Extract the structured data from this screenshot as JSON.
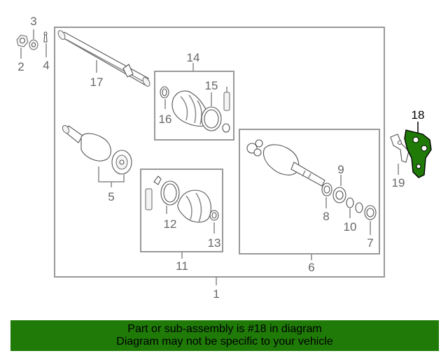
{
  "callouts": {
    "c1": "1",
    "c2": "2",
    "c3": "3",
    "c4": "4",
    "c5": "5",
    "c6": "6",
    "c7": "7",
    "c8": "8",
    "c9": "9",
    "c10": "10",
    "c11": "11",
    "c12": "12",
    "c13": "13",
    "c14": "14",
    "c15": "15",
    "c16": "16",
    "c17": "17",
    "c18": "18",
    "c19": "19"
  },
  "banner": {
    "line1": "Part or sub-assembly is #18 in diagram",
    "line2": "Diagram may not be specific to your vehicle"
  },
  "colors": {
    "banner_bg": "#1f7a08",
    "highlight_part": "#1f7a08",
    "callout_text": "#666666",
    "box_stroke": "#999999"
  }
}
